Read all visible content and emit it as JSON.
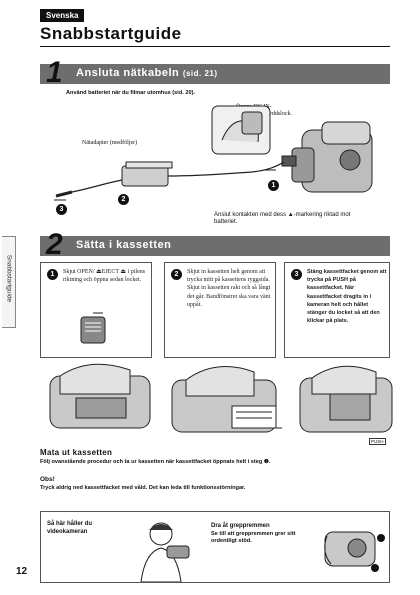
{
  "header": {
    "language": "Svenska",
    "title": "Snabbstartguide"
  },
  "side_tab": "Snabbstartguide",
  "section1": {
    "number": "1",
    "title": "Ansluta nätkabeln",
    "ref": "(sid. 21)",
    "intro": "Använd batteriet när du filmar utomhus (sid. 20).",
    "label_dc_in": "Öppna DC IN-kontaktens skyddslock.",
    "label_adapter": "Nätadapter (medföljer)",
    "label_connect": "Anslut kontakten med dess ▲-markering riktad mot batteriet.",
    "badges": [
      "1",
      "2",
      "3"
    ]
  },
  "section2": {
    "number": "2",
    "title": "Sätta i kassetten",
    "steps": [
      {
        "num": "1",
        "text": "Skjut OPEN/ ⏏EJECT ⏏ i pilens riktning och öppna sedan locket."
      },
      {
        "num": "2",
        "text": "Skjut in kassetten helt genom att trycka mitt på kassettens ryggsida. Skjut in kassetten rakt och så långt det går. Bandfönstret ska vara vänt uppåt."
      },
      {
        "num": "3",
        "text": "Stäng kassettfacket genom att trycka på PUSH på kassettfacket. När kassettfacket dragits in i kameran helt och hållet stänger du locket så att den klickar på plats."
      }
    ],
    "push_label": "PUSH"
  },
  "eject": {
    "heading": "Mata ut kassetten",
    "text": "Följ ovanstående procedur och ta ur kassetten när kassettfacket öppnats helt i steg ❶."
  },
  "obs": {
    "heading": "Obs!",
    "text": "Tryck aldrig ned kassettfacket med våld. Det kan leda till funktionsstörningar."
  },
  "tips": {
    "left_title": "Så här håller du videokameran",
    "right_title": "Dra åt greppremmen",
    "right_body": "Se till att greppremmen grer sitt ordentligt stöd."
  },
  "page_number": "12"
}
